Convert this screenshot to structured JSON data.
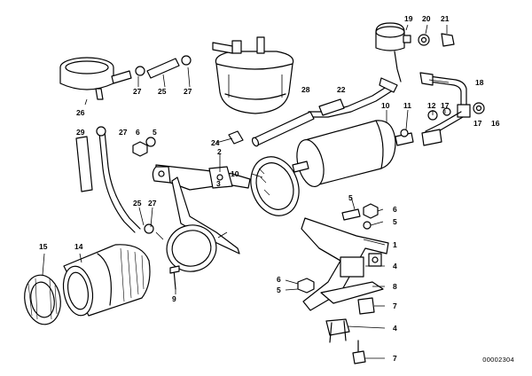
{
  "diagram": {
    "id": "00002304",
    "callouts": [
      {
        "key": "c19",
        "label": "19"
      },
      {
        "key": "c20",
        "label": "20"
      },
      {
        "key": "c21",
        "label": "21"
      },
      {
        "key": "c26",
        "label": "26"
      },
      {
        "key": "c27a",
        "label": "27"
      },
      {
        "key": "c25a",
        "label": "25"
      },
      {
        "key": "c27b",
        "label": "27"
      },
      {
        "key": "c28",
        "label": "28"
      },
      {
        "key": "c22",
        "label": "22"
      },
      {
        "key": "c10a",
        "label": "10"
      },
      {
        "key": "c11",
        "label": "11"
      },
      {
        "key": "c12",
        "label": "12"
      },
      {
        "key": "c17a",
        "label": "17"
      },
      {
        "key": "c18",
        "label": "18"
      },
      {
        "key": "c16",
        "label": "16"
      },
      {
        "key": "c17b",
        "label": "17"
      },
      {
        "key": "c29",
        "label": "29"
      },
      {
        "key": "c27c",
        "label": "27"
      },
      {
        "key": "c6a",
        "label": "6"
      },
      {
        "key": "c5a",
        "label": "5"
      },
      {
        "key": "c24",
        "label": "24"
      },
      {
        "key": "c2",
        "label": "2"
      },
      {
        "key": "c3",
        "label": "3"
      },
      {
        "key": "c10b",
        "label": "10"
      },
      {
        "key": "c25b",
        "label": "25"
      },
      {
        "key": "c27d",
        "label": "27"
      },
      {
        "key": "c5b",
        "label": "5"
      },
      {
        "key": "c6b",
        "label": "6"
      },
      {
        "key": "c5c",
        "label": "5"
      },
      {
        "key": "c1",
        "label": "1"
      },
      {
        "key": "c4a",
        "label": "4"
      },
      {
        "key": "c15",
        "label": "15"
      },
      {
        "key": "c14",
        "label": "14"
      },
      {
        "key": "c9",
        "label": "9"
      },
      {
        "key": "c6c",
        "label": "6"
      },
      {
        "key": "c5d",
        "label": "5"
      },
      {
        "key": "c8",
        "label": "8"
      },
      {
        "key": "c7a",
        "label": "7"
      },
      {
        "key": "c4b",
        "label": "4"
      },
      {
        "key": "c7b",
        "label": "7"
      }
    ]
  }
}
